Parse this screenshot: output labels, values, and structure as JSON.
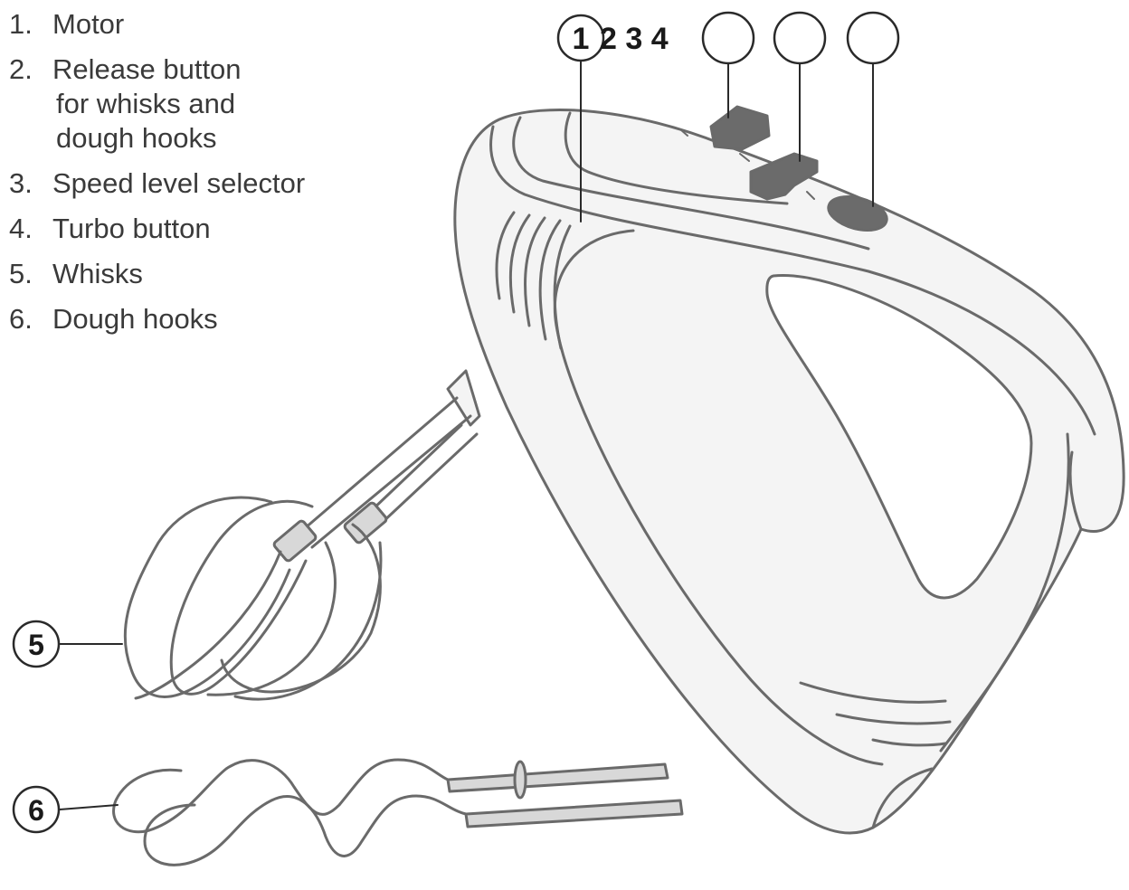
{
  "legend": {
    "items": [
      {
        "number": "1.",
        "lines": [
          "Motor"
        ]
      },
      {
        "number": "2.",
        "lines": [
          "Release button",
          "for whisks and",
          "dough hooks"
        ]
      },
      {
        "number": "3.",
        "lines": [
          "Speed level selector"
        ]
      },
      {
        "number": "4.",
        "lines": [
          "Turbo button"
        ]
      },
      {
        "number": "5.",
        "lines": [
          "Whisks"
        ]
      },
      {
        "number": "6.",
        "lines": [
          "Dough hooks"
        ]
      }
    ]
  },
  "callouts": {
    "motor": "1",
    "top_numbers": "2 3 4",
    "whisks": "5",
    "dough_hooks": "6"
  },
  "colors": {
    "line": "#6a6a6a",
    "body_fill": "#f4f4f4",
    "button_fill": "#6b6b6b",
    "text": "#3a3a3a"
  }
}
